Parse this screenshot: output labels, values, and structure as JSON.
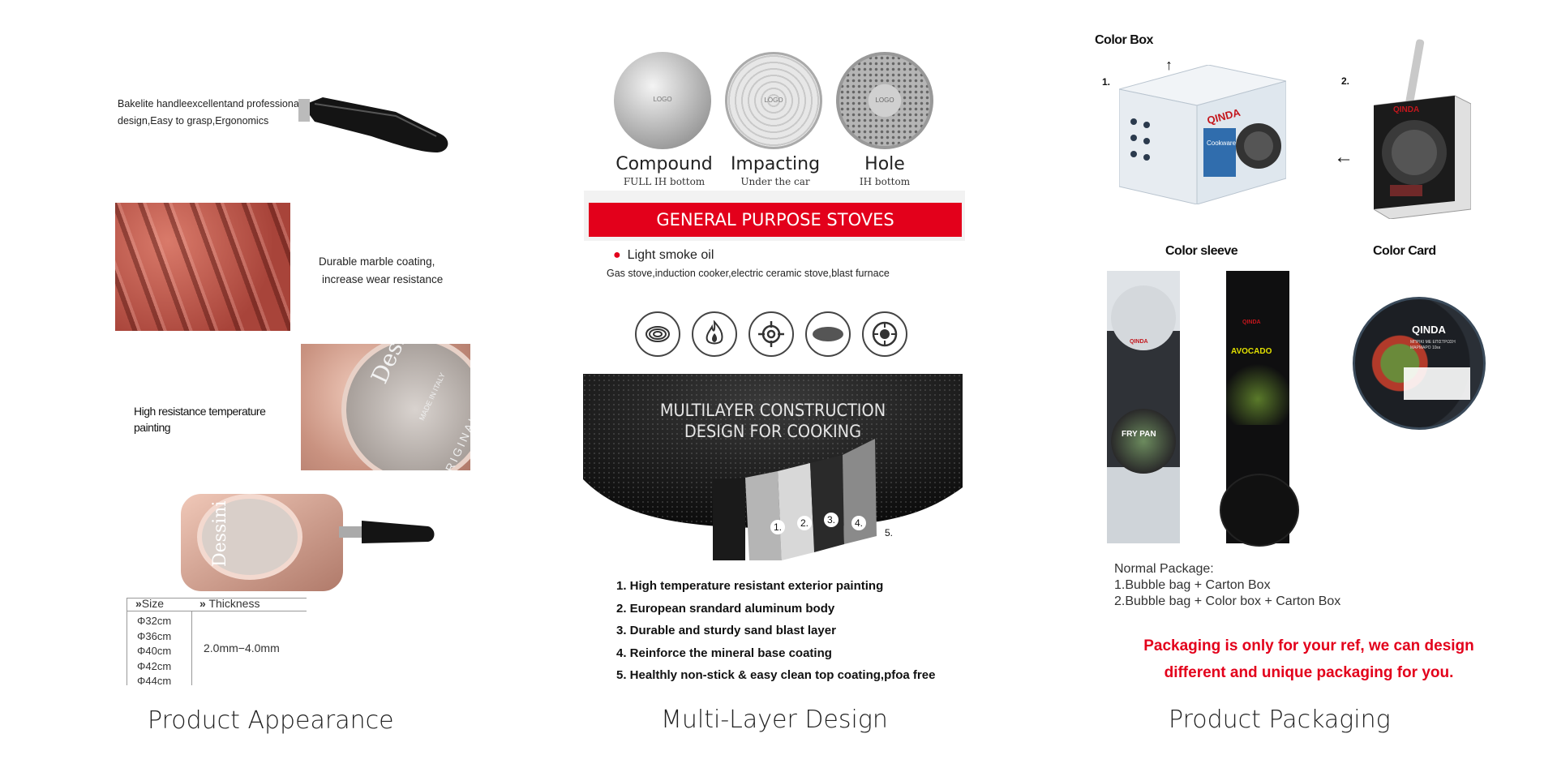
{
  "panel_appearance": {
    "caption": "Product Appearance",
    "feature_handle": "Bakelite handleexcellentand professional design,Easy to grasp,Ergonomics",
    "feature_handle_line1": "Bakelite handleexcellentand professional",
    "feature_handle_line2": "design,Easy to grasp,Ergonomics",
    "feature_coating_line1": "Durable marble coating,",
    "feature_coating_line2": "increase wear resistance",
    "feature_paint_line1": "High resistance temperature",
    "feature_paint_line2": "painting",
    "brand_lid_text": "Dessini",
    "lid_subtext1": "MADE IN ITALY",
    "lid_subtext2": "ORIGINAL",
    "spec_table": {
      "header_size": "Size",
      "header_thickness": "Thickness",
      "sizes": [
        "Φ32cm",
        "Φ36cm",
        "Φ40cm",
        "Φ42cm",
        "Φ44cm"
      ],
      "thickness": "2.0mm−4.0mm"
    }
  },
  "panel_design": {
    "caption": "Multi-Layer Design",
    "bottoms": [
      {
        "logo": "LOGO",
        "title": "Compound",
        "sub": "FULL IH bottom"
      },
      {
        "logo": "LOGO",
        "title": "Impacting",
        "sub": "Under the car"
      },
      {
        "logo": "LOGO",
        "title": "Hole",
        "sub": "IH bottom"
      }
    ],
    "banner": "GENERAL PURPOSE STOVES",
    "bullet": "Light smoke oil",
    "stoves": "Gas stove,induction cooker,electric ceramic stove,blast furnace",
    "pan_heading_line1": "MULTILAYER CONSTRUCTION",
    "pan_heading_line2": "DESIGN FOR COOKING",
    "layer_numbers": [
      "1.",
      "2.",
      "3.",
      "4.",
      "5."
    ],
    "layers": [
      "1. High temperature resistant exterior painting",
      "2. European srandard aluminum body",
      "3. Durable and sturdy sand blast layer",
      "4. Reinforce the mineral base coating",
      "5. Healthly non-stick & easy clean top coating,pfoa free"
    ]
  },
  "panel_packaging": {
    "caption": "Product Packaging",
    "color_box": "Color Box",
    "num1": "1.",
    "num2": "2.",
    "color_sleeve": "Color sleeve",
    "color_card": "Color Card",
    "brand": "QINDA",
    "box_side_label": "Cookware",
    "sleeve_fry_pan": "FRY PAN",
    "sleeve_avocado": "AVOCADO",
    "card_greek_text": "ΜΠΡΙΚΙ ΜΕ ΕΠΙΣΤΡΩΣΗ ΜΑΡΜΑΡΟ 10εκ",
    "package_heading": "Normal Package:",
    "package_lines": [
      "1.Bubble bag + Carton Box",
      "2.Bubble bag + Color box + Carton Box"
    ],
    "note_line1": "Packaging is only for your ref, we can design",
    "note_line2": "different and unique packaging for you.",
    "note_color": "#e3001b"
  }
}
